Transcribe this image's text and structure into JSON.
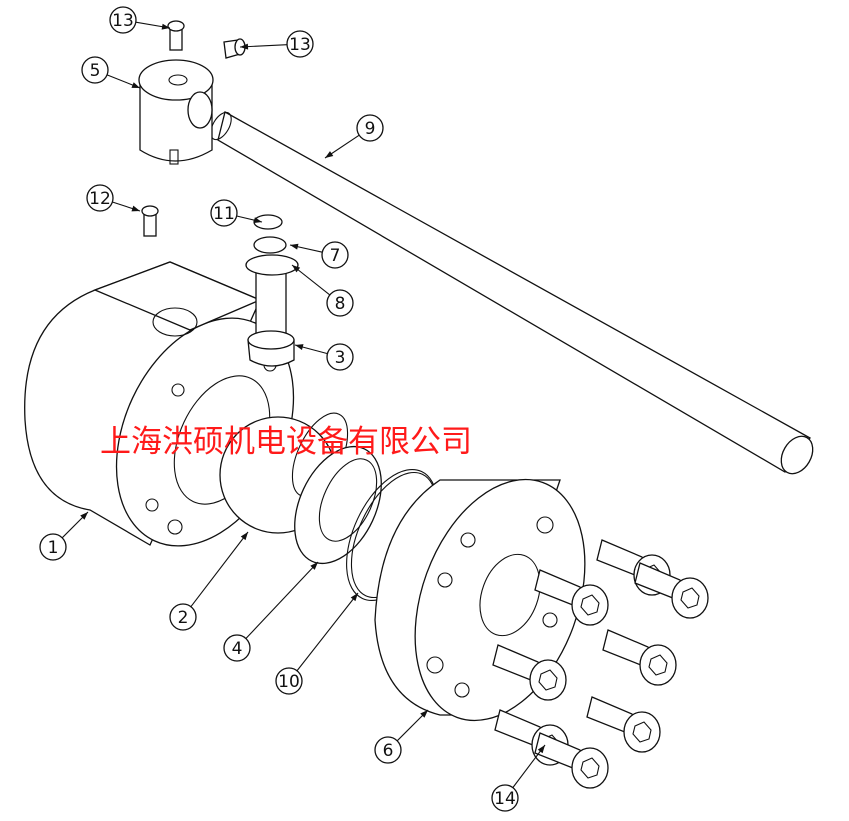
{
  "watermark": "上海洪硕机电设备有限公司",
  "colors": {
    "watermark": "#ff1a1a",
    "line": "#111111"
  },
  "callouts": [
    {
      "label": "⑬",
      "part": "13"
    },
    {
      "label": "⑬",
      "part": "13"
    },
    {
      "label": "⑤",
      "part": "5"
    },
    {
      "label": "⑨",
      "part": "9"
    },
    {
      "label": "⑫",
      "part": "12"
    },
    {
      "label": "⑪",
      "part": "11"
    },
    {
      "label": "⑦",
      "part": "7"
    },
    {
      "label": "⑧",
      "part": "8"
    },
    {
      "label": "③",
      "part": "3"
    },
    {
      "label": "①",
      "part": "1"
    },
    {
      "label": "②",
      "part": "2"
    },
    {
      "label": "④",
      "part": "4"
    },
    {
      "label": "⑩",
      "part": "10"
    },
    {
      "label": "⑥",
      "part": "6"
    },
    {
      "label": "⑭",
      "part": "14"
    }
  ]
}
